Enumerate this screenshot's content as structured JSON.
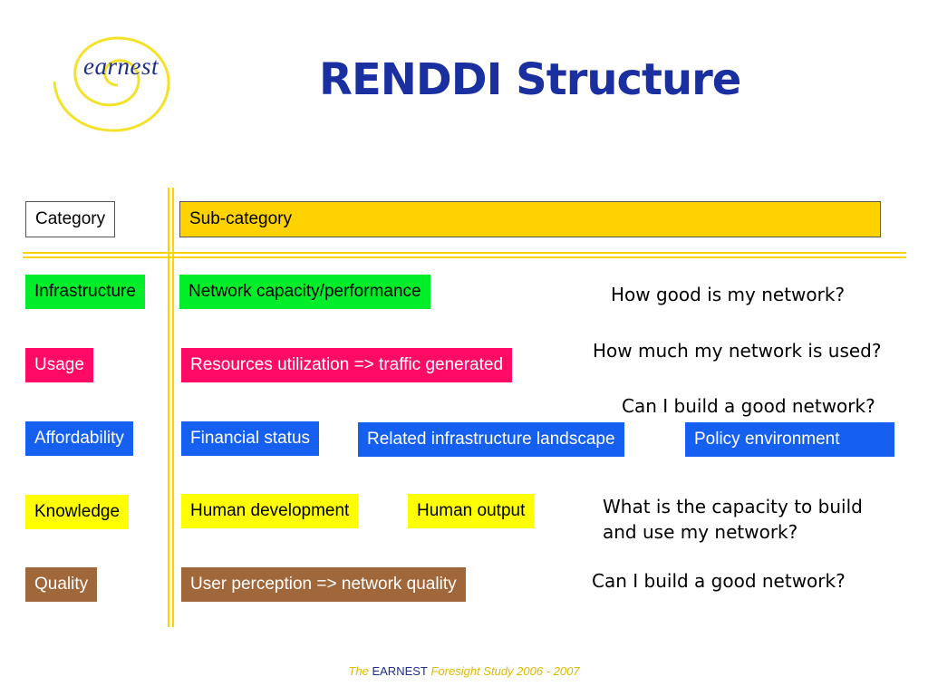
{
  "logo": {
    "text": "earnest",
    "icon": "yellow-spiral-logo"
  },
  "title": "RENDDI Structure",
  "header": {
    "category": "Category",
    "subcategory": "Sub-category"
  },
  "rows": [
    {
      "category": "Infrastructure",
      "color": "#00ee2a",
      "subcategories": [
        "Network capacity/performance"
      ],
      "question": "How good is my network?"
    },
    {
      "category": "Usage",
      "color": "#ff0a64",
      "subcategories": [
        "Resources utilization => traffic generated"
      ],
      "question": "How much my network is used?"
    },
    {
      "category": "Affordability",
      "color": "#1560f0",
      "subcategories": [
        "Financial status",
        "Related infrastructure landscape",
        "Policy environment"
      ],
      "question": "Can I build a good network?"
    },
    {
      "category": "Knowledge",
      "color": "#ffff00",
      "subcategories": [
        "Human development",
        "Human output"
      ],
      "question_lines": [
        "What is the capacity to build",
        "and use my network?"
      ]
    },
    {
      "category": "Quality",
      "color": "#a0673a",
      "subcategories": [
        "User perception => network quality"
      ],
      "question": "Can I build a good network?"
    }
  ],
  "footer": {
    "prefix": "The",
    "brand": "EARNEST",
    "suffix": "Foresight Study 2006 - 2007"
  },
  "colors": {
    "title": "#1a2fa0",
    "divider": "#ffd200",
    "logo_spiral": "#f2e32a"
  }
}
